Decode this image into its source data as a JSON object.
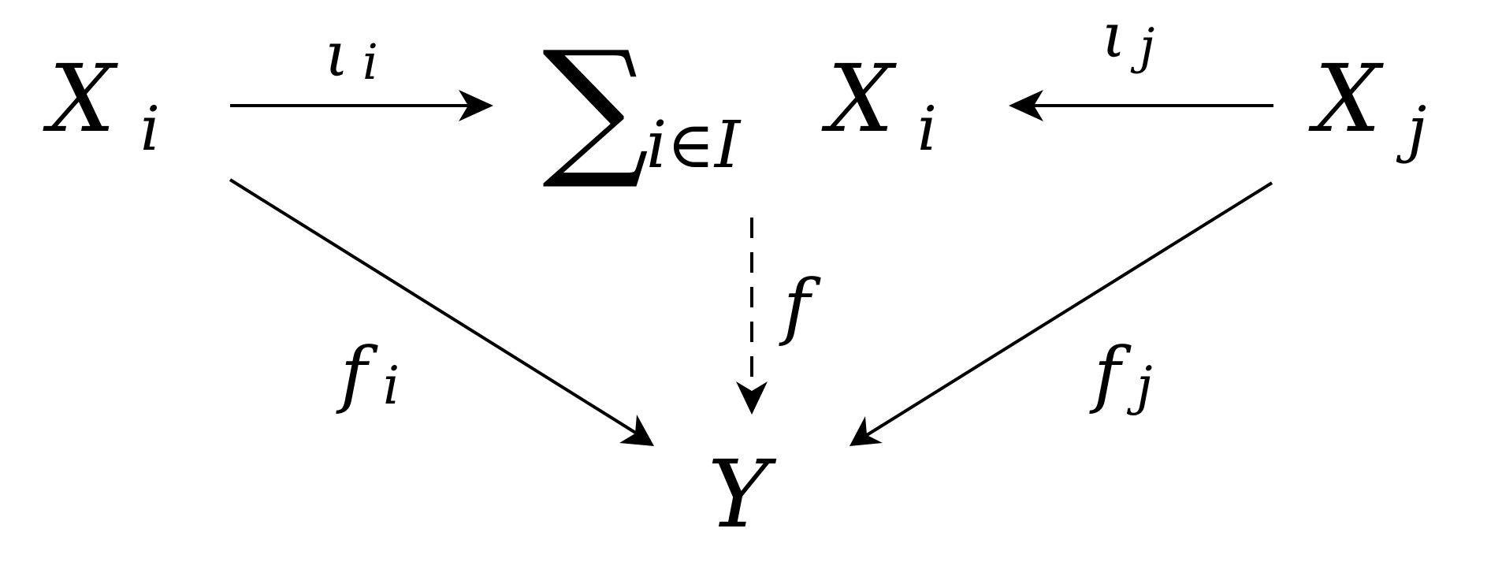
{
  "objects": {
    "x_i_left": {
      "base": "X",
      "sub": "i"
    },
    "coproduct": {
      "sum": "∑",
      "index": "i∈I",
      "base": "X",
      "sub": "i"
    },
    "x_j_right": {
      "base": "X",
      "sub": "j"
    },
    "y_bottom": {
      "base": "Y"
    }
  },
  "morphisms": {
    "iota_i": {
      "base": "ι",
      "sub": "i"
    },
    "iota_j": {
      "base": "ι",
      "sub": "j"
    },
    "f": {
      "base": "f"
    },
    "f_i": {
      "base": "f",
      "sub": "i"
    },
    "f_j": {
      "base": "f",
      "sub": "j"
    }
  },
  "style": {
    "ink_color": "#000000",
    "background_color": "#ffffff"
  }
}
